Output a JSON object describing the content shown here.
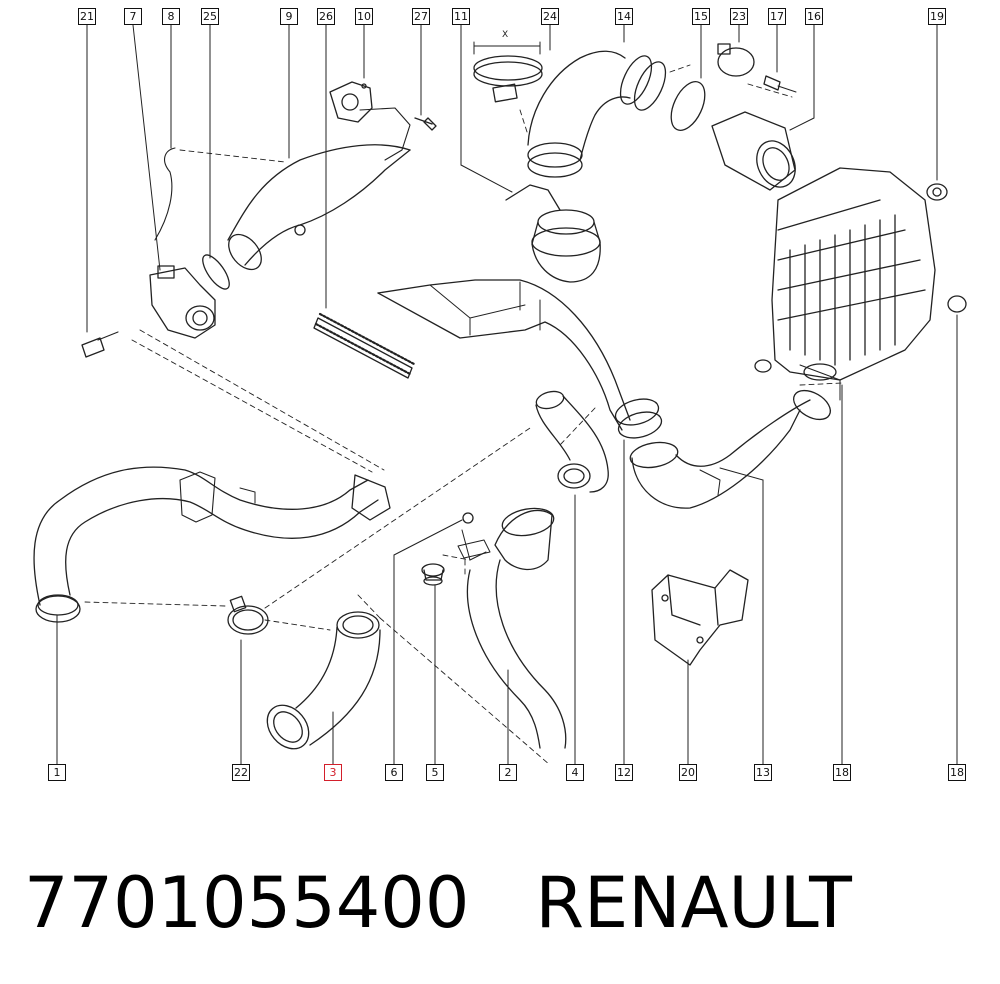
{
  "diagram": {
    "top_callouts": [
      "21",
      "7",
      "8",
      "25",
      "9",
      "26",
      "10",
      "27",
      "11",
      "24",
      "14",
      "15",
      "23",
      "17",
      "16",
      "19"
    ],
    "bottom_callouts": [
      "1",
      "22",
      "3",
      "6",
      "5",
      "2",
      "4",
      "12",
      "20",
      "13",
      "18",
      "18"
    ],
    "highlighted_callout": "3",
    "clamp_dimension_label": "X",
    "accent_color": "#d31f2b"
  },
  "caption": {
    "part_number": "7701055400",
    "brand": "RENAULT"
  }
}
